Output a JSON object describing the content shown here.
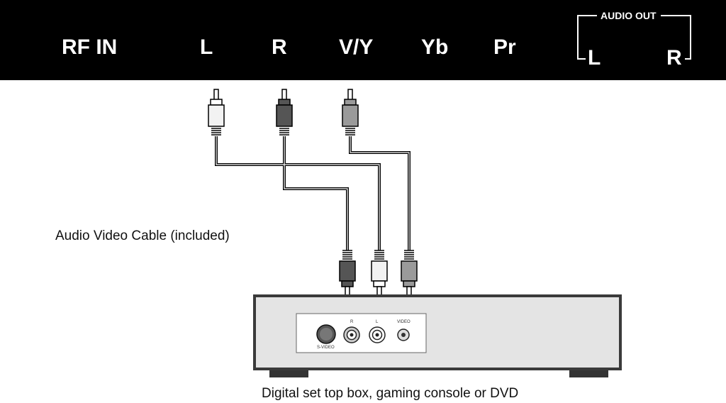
{
  "panel": {
    "labels": {
      "rf_in": "RF IN",
      "l": "L",
      "r": "R",
      "vy": "V/Y",
      "yb": "Yb",
      "pr": "Pr"
    },
    "audio_out": {
      "title": "AUDIO OUT",
      "l": "L",
      "r": "R"
    }
  },
  "cable_label": "Audio Video Cable (included)",
  "device": {
    "caption": "Digital set top box, gaming console or DVD",
    "ports": {
      "s_video": "S-VIDEO",
      "r": "R",
      "l": "L",
      "video": "VIDEO"
    }
  },
  "colors": {
    "panel_bg": "#000000",
    "plug_white": "#f2f2f2",
    "plug_red": "#555555",
    "plug_yellow": "#9a9a9a",
    "device_body": "#e4e4e4",
    "device_border": "#3a3a3a"
  }
}
